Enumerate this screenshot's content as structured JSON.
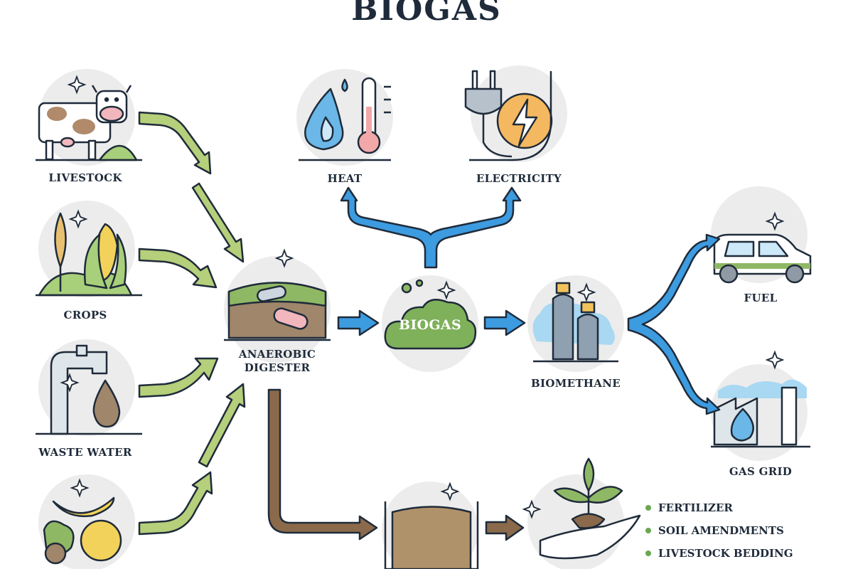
{
  "title": "BIOGAS",
  "inputs": {
    "livestock": "LIVESTOCK",
    "crops": "CROPS",
    "waste_water": "WASTE WATER"
  },
  "center": {
    "digester": "ANAEROBIC DIGESTER",
    "biogas": "BIOGAS",
    "biomethane": "BIOMETHANE"
  },
  "uses": {
    "heat": "HEAT",
    "electricity": "ELECTRICITY",
    "fuel": "FUEL",
    "gas_grid": "GAS GRID"
  },
  "digestate_uses": [
    "FERTILIZER",
    "SOIL AMENDMENTS",
    "LIVESTOCK BEDDING"
  ],
  "colors": {
    "green_arrow": "#b5cf7a",
    "blue_arrow": "#3d9be0",
    "brown_arrow": "#8a6a4a",
    "circle_bg": "#ececec",
    "outline": "#1f2b3a",
    "bullet": "#6aa84f"
  }
}
